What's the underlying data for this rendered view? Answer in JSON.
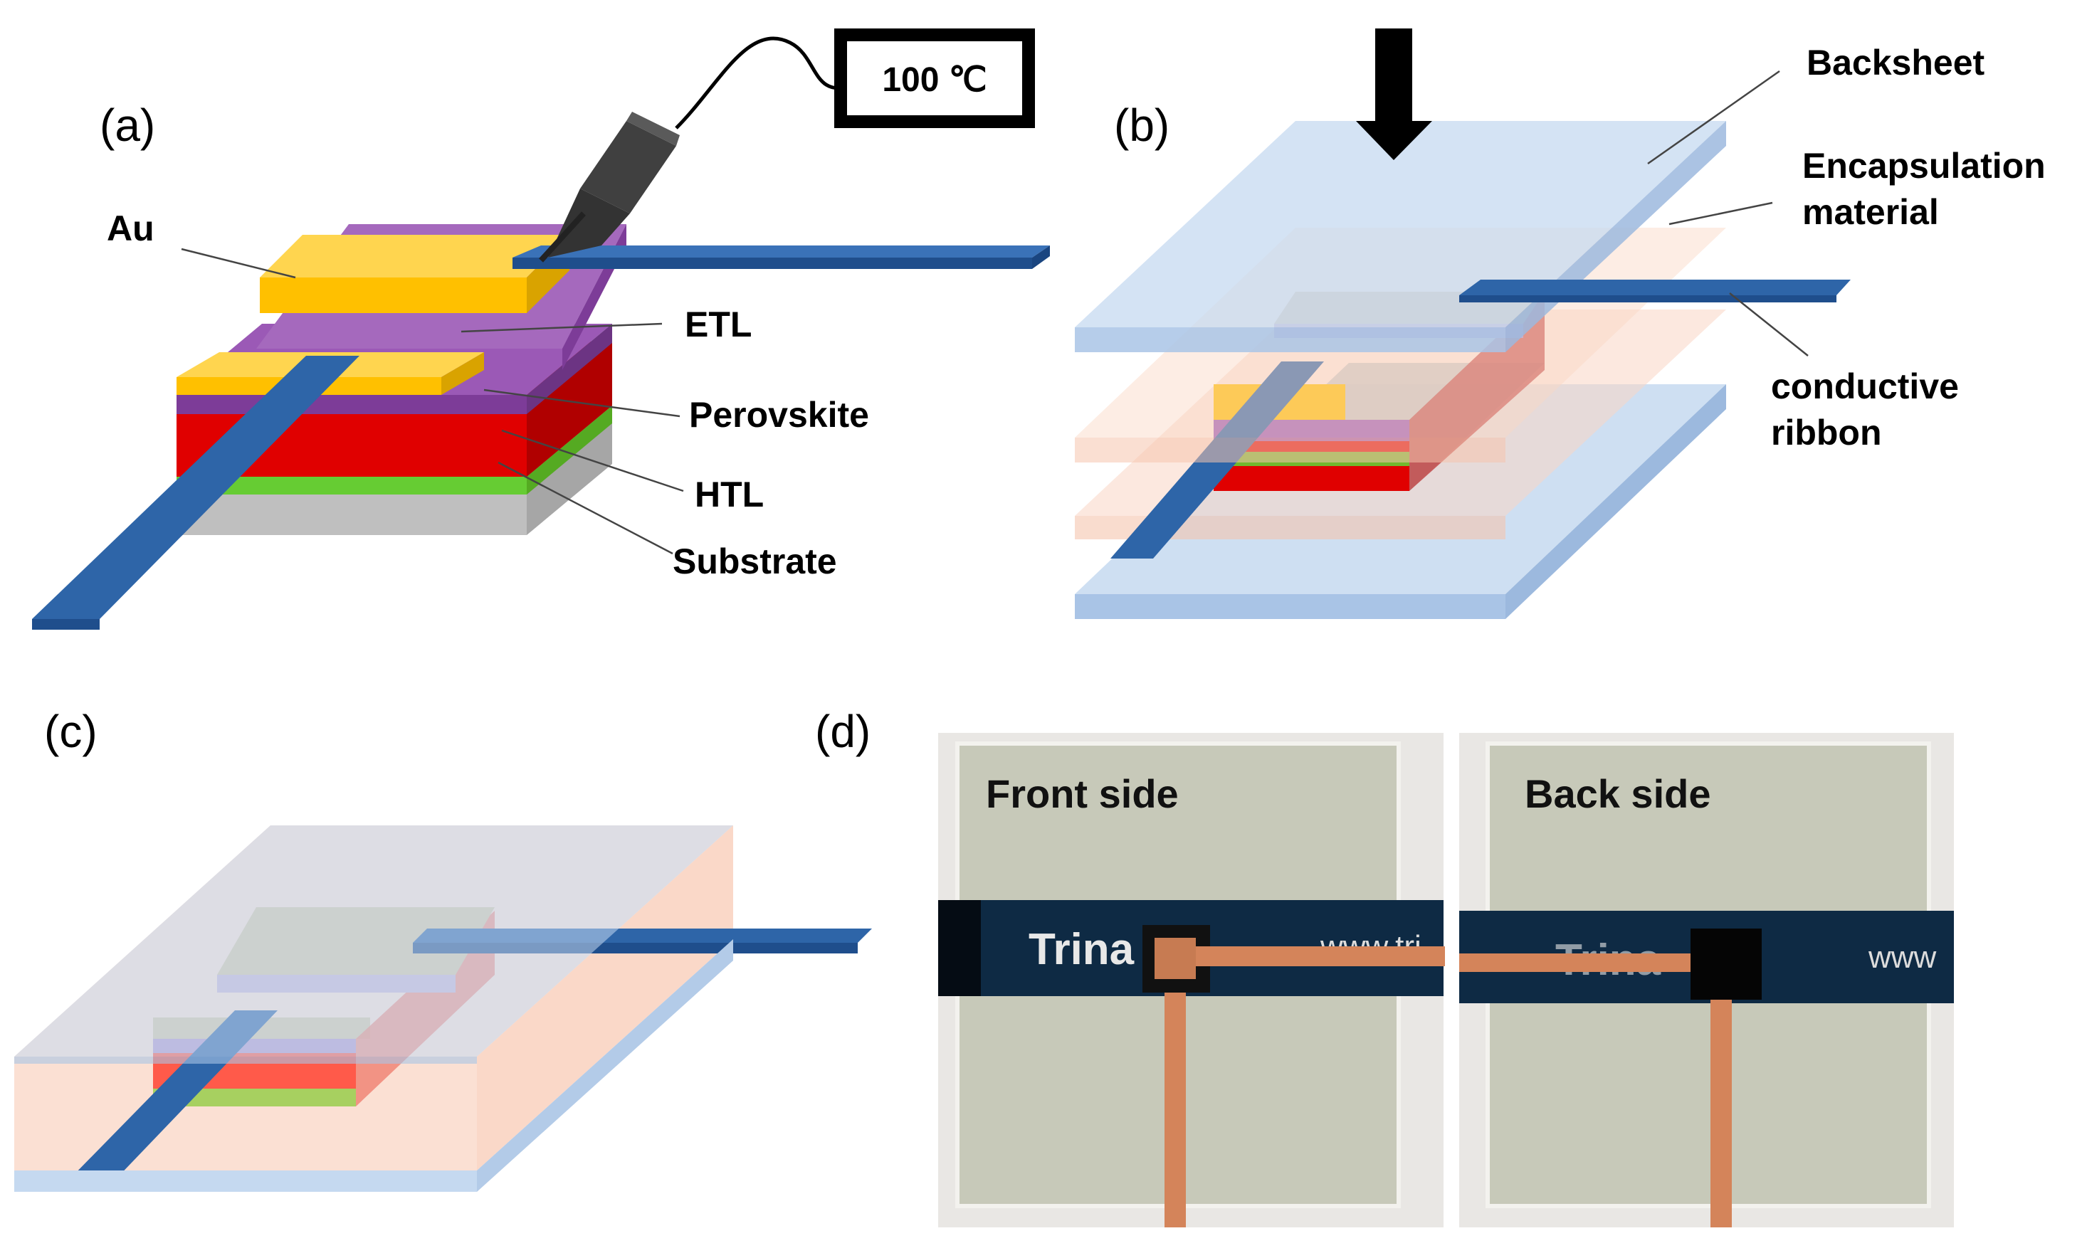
{
  "panels": {
    "a": {
      "label": "(a)",
      "temperature": "100 ℃",
      "layers": {
        "au": "Au",
        "etl": "ETL",
        "perovskite": "Perovskite",
        "htl": "HTL",
        "substrate": "Substrate"
      }
    },
    "b": {
      "label": "(b)",
      "labels": {
        "backsheet": "Backsheet",
        "encapsulation_1": "Encapsulation",
        "encapsulation_2": "material",
        "ribbon_1": "conductive",
        "ribbon_2": "ribbon"
      }
    },
    "c": {
      "label": "(c)"
    },
    "d": {
      "label": "(d)",
      "front": "Front side",
      "back": "Back side",
      "tape_logo_front": "Trina",
      "tape_logo_back": "Trina",
      "tape_url_front": "www.tri",
      "tape_url_back": "www"
    }
  },
  "colors": {
    "au": "#FFC000",
    "etl": "#9B59B6",
    "perovskite": "#E00000",
    "htl": "#66CC33",
    "substrate": "#BFBFBF",
    "ribbon": "#2E65A8",
    "backsheet": "#C5D9F0",
    "encapsulation": "#FAD6C4"
  }
}
